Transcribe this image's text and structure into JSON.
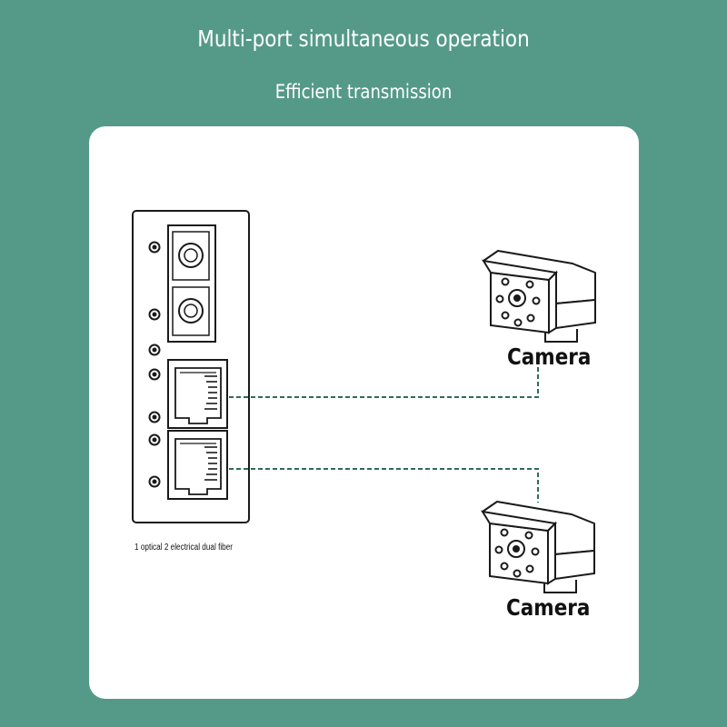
{
  "header": {
    "title": "Multi-port simultaneous operation",
    "subtitle": "Efficient transmission"
  },
  "device": {
    "caption": "1 optical 2 electrical dual fiber",
    "optical_port_count": 2,
    "electrical_port_count": 2
  },
  "cameras": [
    {
      "label": "Camera"
    },
    {
      "label": "Camera"
    }
  ],
  "colors": {
    "background": "#559a88",
    "panel": "#ffffff",
    "line": "#2f6b5a",
    "stroke": "#1a1a1a"
  },
  "icons": [
    "fiber-port-icon",
    "rj45-port-icon",
    "led-indicator-icon",
    "camera-icon"
  ]
}
